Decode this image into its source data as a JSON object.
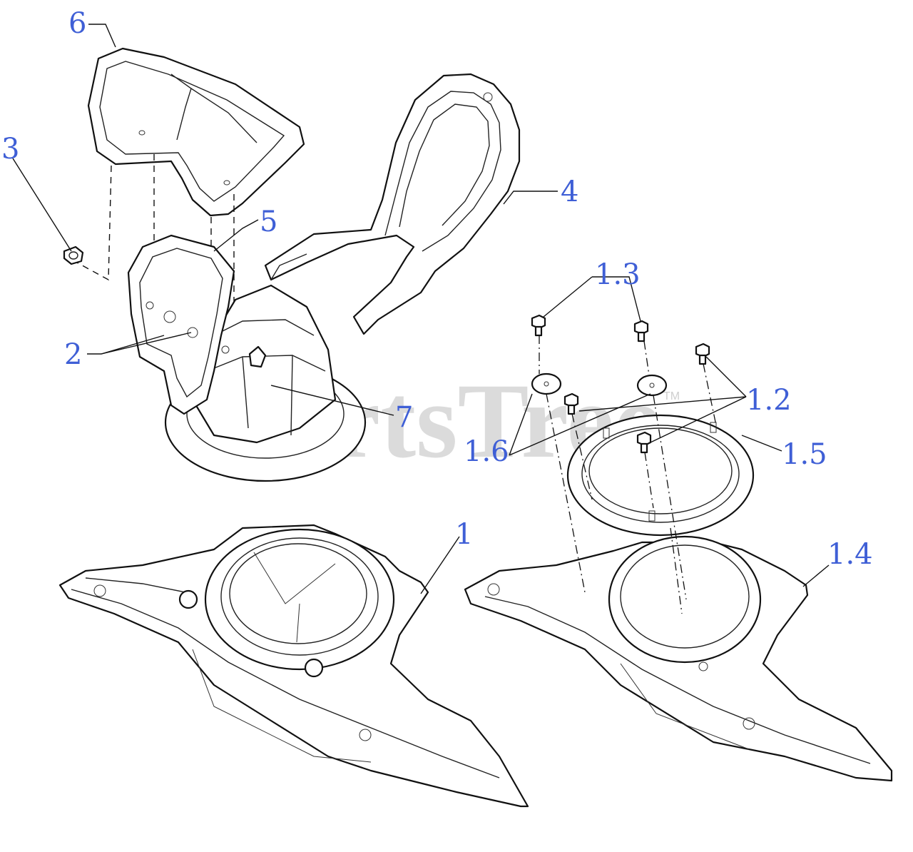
{
  "diagram": {
    "watermark": "PartsTree",
    "watermark_tm": "TM",
    "callouts": {
      "c1": "1",
      "c1_2": "1.2",
      "c1_3": "1.3",
      "c1_4": "1.4",
      "c1_5": "1.5",
      "c1_6": "1.6",
      "c2": "2",
      "c3": "3",
      "c4": "4",
      "c5": "5",
      "c6": "6",
      "c7": "7"
    }
  }
}
